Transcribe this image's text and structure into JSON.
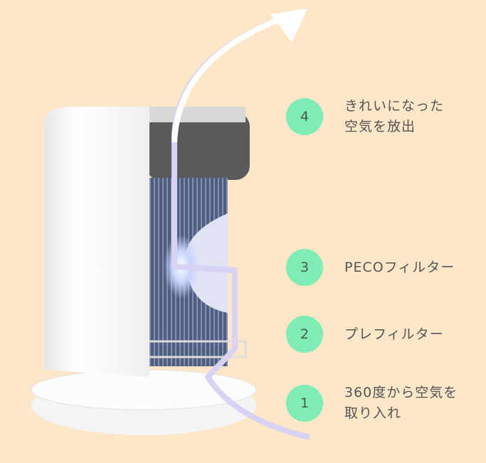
{
  "steps": [
    {
      "number": "4",
      "label": "きれいになった\n空気を放出"
    },
    {
      "number": "3",
      "label": "PECOフィルター"
    },
    {
      "number": "2",
      "label": "プレフィルター"
    },
    {
      "number": "1",
      "label": "360度から空気を\n取り入れ"
    }
  ],
  "colors": {
    "background": "#fee6c8",
    "step_circle": "#7eecb4",
    "airflow": "#d8d2f4"
  }
}
